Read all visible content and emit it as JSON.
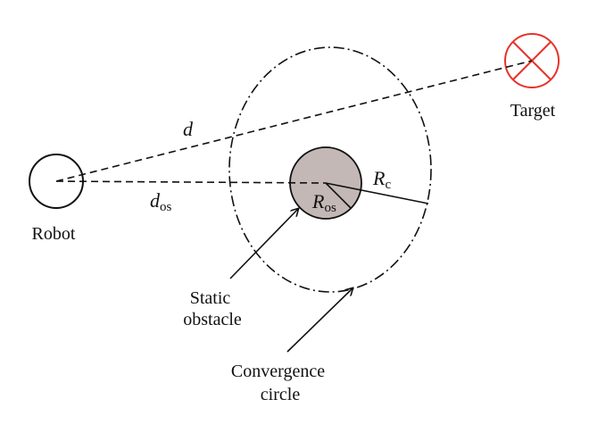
{
  "labels": {
    "robot": "Robot",
    "target": "Target",
    "d": "d",
    "d_os_main": "d",
    "d_os_sub": "os",
    "r_os_main": "R",
    "r_os_sub": "os",
    "r_c_main": "R",
    "r_c_sub": "c",
    "static_line1": "Static",
    "static_line2": "obstacle",
    "convergence_line1": "Convergence",
    "convergence_line2": "circle"
  },
  "colors": {
    "stroke": "#111111",
    "obstacle_fill": "#c3b8b5",
    "target_stroke": "#e8332a"
  }
}
